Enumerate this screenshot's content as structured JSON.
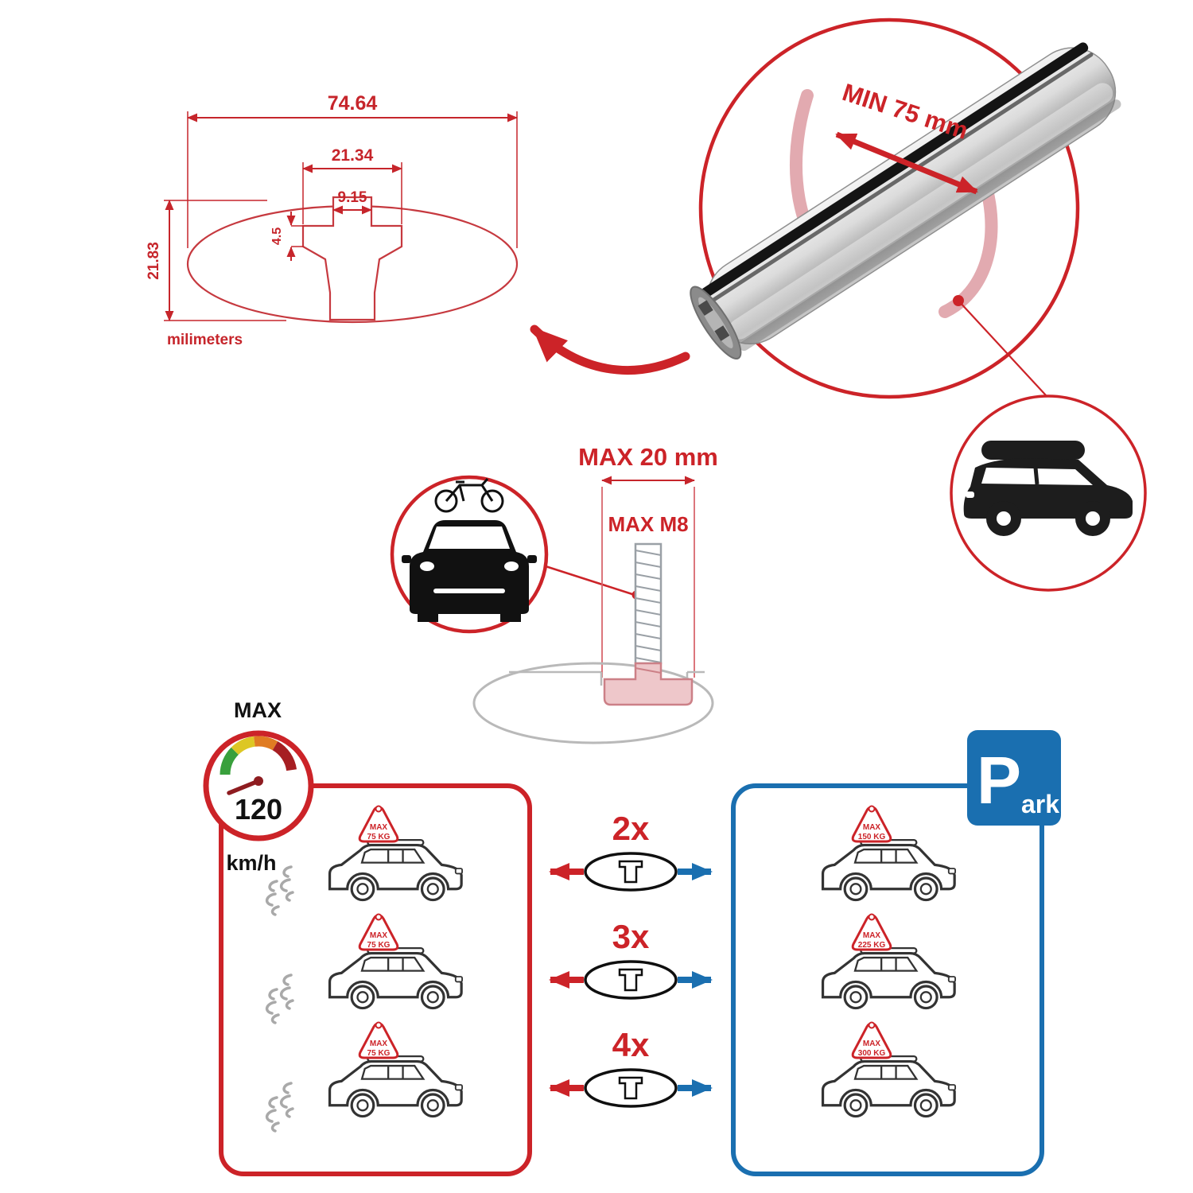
{
  "technical_drawing": {
    "total_width_mm": "74.64",
    "slot_outer_width_mm": "21.34",
    "slot_inner_width_mm": "9.15",
    "slot_depth_mm": "4.5",
    "total_height_mm": "21.83",
    "units_label": "milimeters"
  },
  "crossbar_detail": {
    "min_clamp_span_label": "MIN 75 mm"
  },
  "bolt_detail": {
    "max_width_label": "MAX 20 mm",
    "max_thread_label": "MAX M8"
  },
  "speed_limit": {
    "label": "MAX",
    "value": "120",
    "unit": "km/h"
  },
  "parking_sign": {
    "big_letter": "P",
    "small_letters": "ark"
  },
  "capacity_rows": [
    {
      "qty": "2x",
      "driving": {
        "line1": "MAX",
        "line2": "75 KG"
      },
      "parked": {
        "line1": "MAX",
        "line2": "150 KG"
      }
    },
    {
      "qty": "3x",
      "driving": {
        "line1": "MAX",
        "line2": "75 KG"
      },
      "parked": {
        "line1": "MAX",
        "line2": "225 KG"
      }
    },
    {
      "qty": "4x",
      "driving": {
        "line1": "MAX",
        "line2": "75 KG"
      },
      "parked": {
        "line1": "MAX",
        "line2": "300 KG"
      }
    }
  ],
  "colors": {
    "red": "#cc2328",
    "blue": "#1a6fb0",
    "pink": "#e2aab0",
    "gray": "#b9b9b9",
    "black": "#111111"
  }
}
